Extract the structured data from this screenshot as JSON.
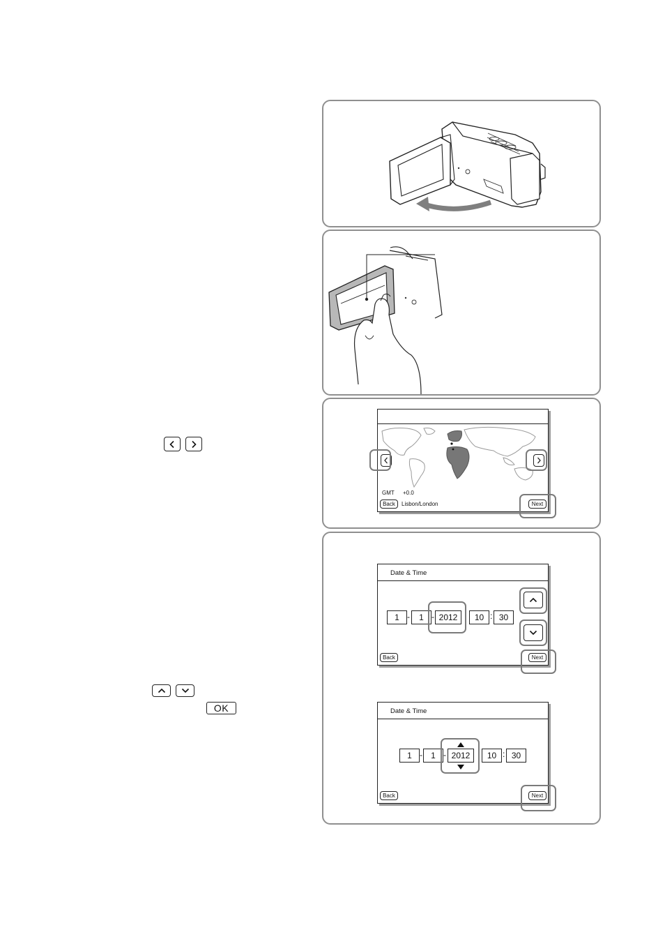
{
  "left_controls": {
    "prev_glyph": "‹",
    "next_glyph": "›",
    "up_glyph": "˄",
    "down_glyph": "˅",
    "ok_label": "OK"
  },
  "area_screen": {
    "gmt_label": "GMT",
    "offset": "+0.0",
    "city": "Lisbon/London",
    "back_label": "Back",
    "next_label": "Next"
  },
  "datetime_screen_1": {
    "title": "Date & Time",
    "month": "1",
    "day": "1",
    "year": "2012",
    "hour": "10",
    "minute": "30",
    "date_sep": "-",
    "time_sep": ":",
    "back_label": "Back",
    "next_label": "Next"
  },
  "datetime_screen_2": {
    "title": "Date & Time",
    "month": "1",
    "day": "1",
    "year": "2012",
    "hour": "10",
    "minute": "30",
    "date_sep": "-",
    "time_sep": ":",
    "back_label": "Back",
    "next_label": "Next"
  },
  "colors": {
    "panel_border": "#8f8f8f",
    "highlight": "#7a7a7a",
    "land_outline": "#9a9a9a"
  }
}
